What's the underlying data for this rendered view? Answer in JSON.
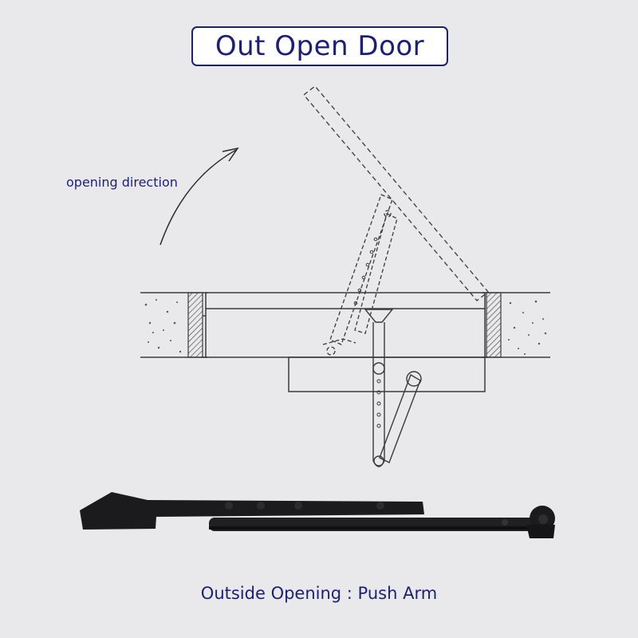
{
  "title": "Out Open Door",
  "direction_label": "opening direction",
  "caption": "Outside Opening : Push Arm",
  "colors": {
    "text": "#1c1f7a",
    "background": "#e9e9eb",
    "title_box_fill": "#ffffff",
    "line": "#3a3a3a",
    "hardware": "#1b1b1d"
  }
}
